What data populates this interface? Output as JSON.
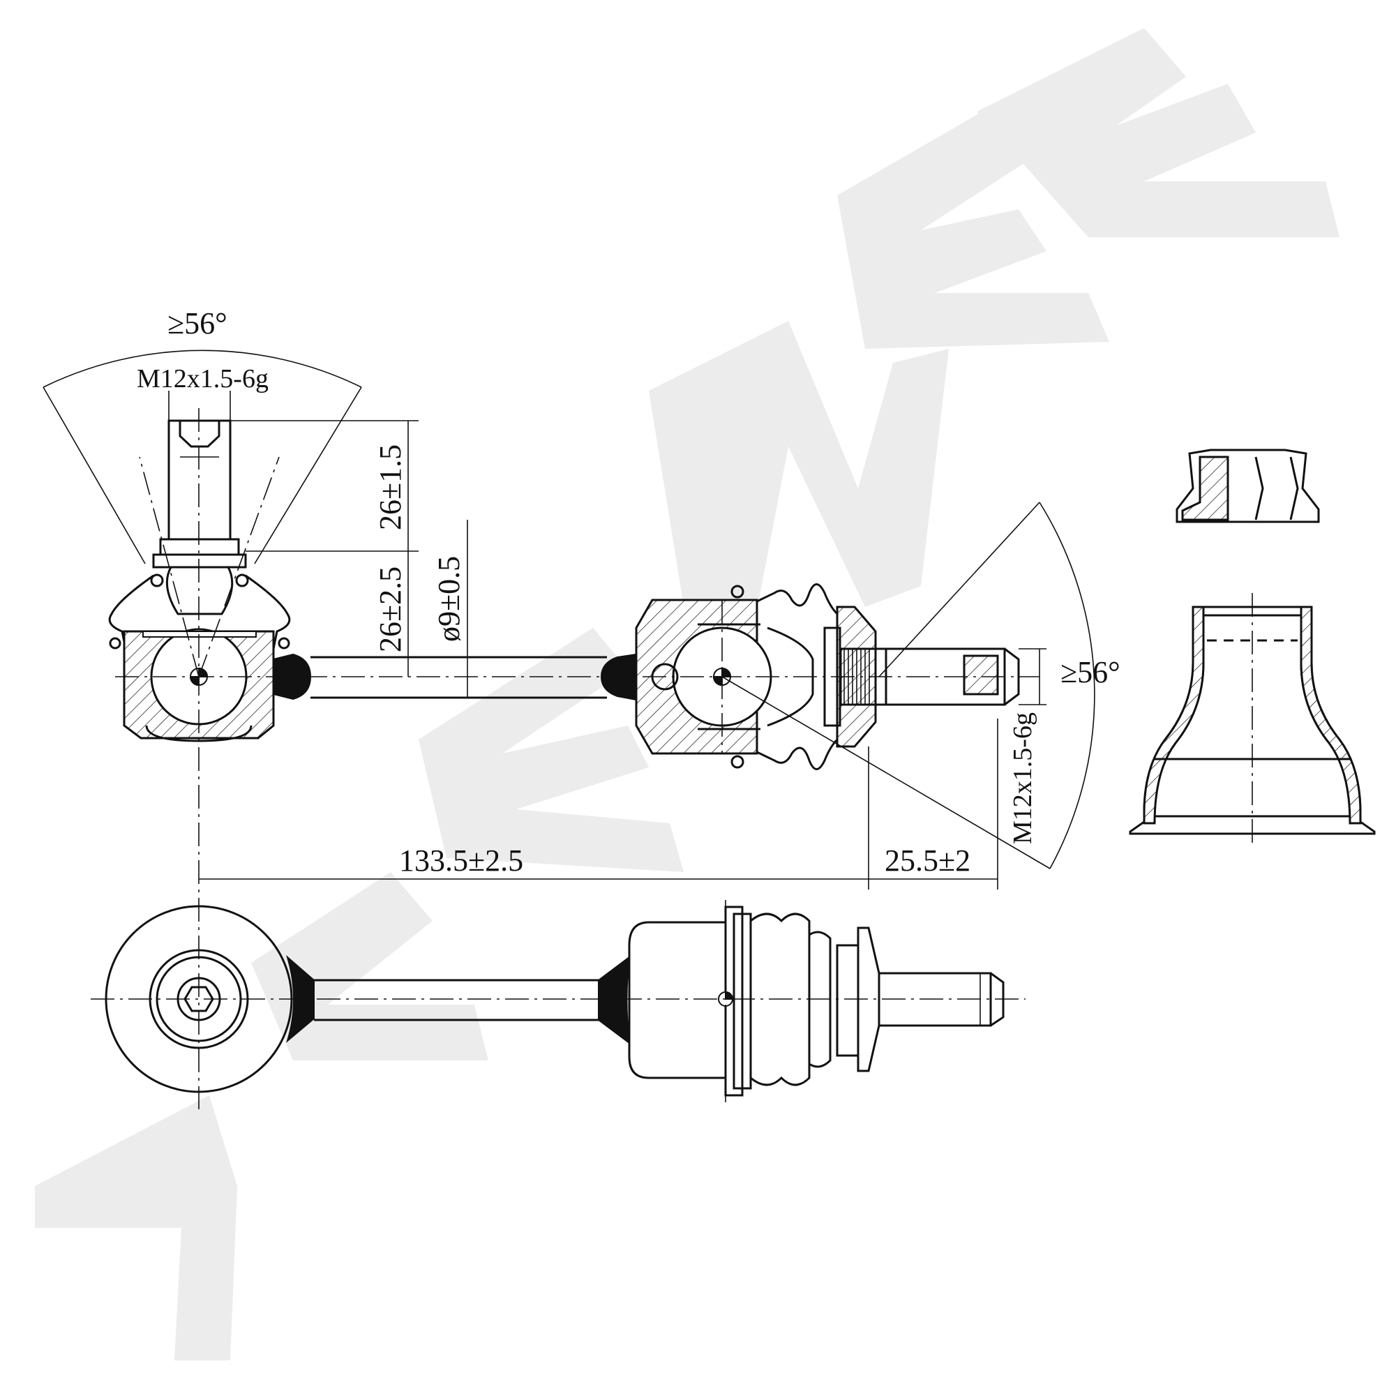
{
  "watermark": {
    "text": "ZENEK",
    "color": "#ececec"
  },
  "dimensions": {
    "left_swivel_angle": "≥56°",
    "left_thread": "M12x1.5-6g",
    "stud_length": "26±1.5",
    "stud_height": "26±2.5",
    "rod_diameter": "ø9±0.5",
    "right_swivel_angle": "≥56°",
    "right_thread": "M12x1.5-6g",
    "overall_length": "133.5±2.5",
    "thread_length": "25.5±2"
  }
}
